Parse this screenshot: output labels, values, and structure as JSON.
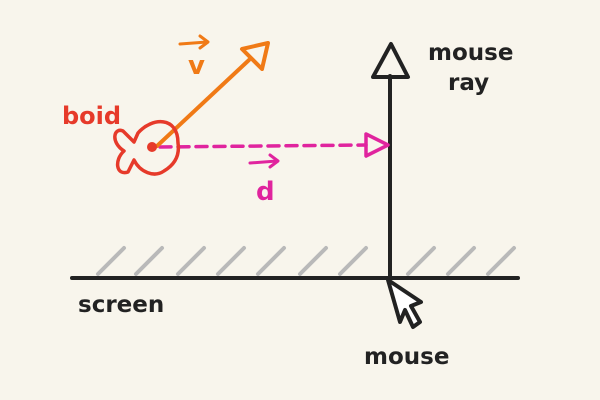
{
  "labels": {
    "mouse_ray_line1": "mouse",
    "mouse_ray_line2": "ray",
    "velocity": "v",
    "boid": "boid",
    "distance": "d",
    "screen": "screen",
    "mouse": "mouse"
  },
  "colors": {
    "background": "#f8f5ec",
    "ink": "#222222",
    "velocity": "#f07a16",
    "boid": "#e63a2a",
    "distance": "#e0249e",
    "hatch": "#b9b9b9",
    "cursor_fill": "#ffffff"
  },
  "icons": {
    "boid": "fish-icon",
    "cursor": "mouse-pointer-icon"
  }
}
